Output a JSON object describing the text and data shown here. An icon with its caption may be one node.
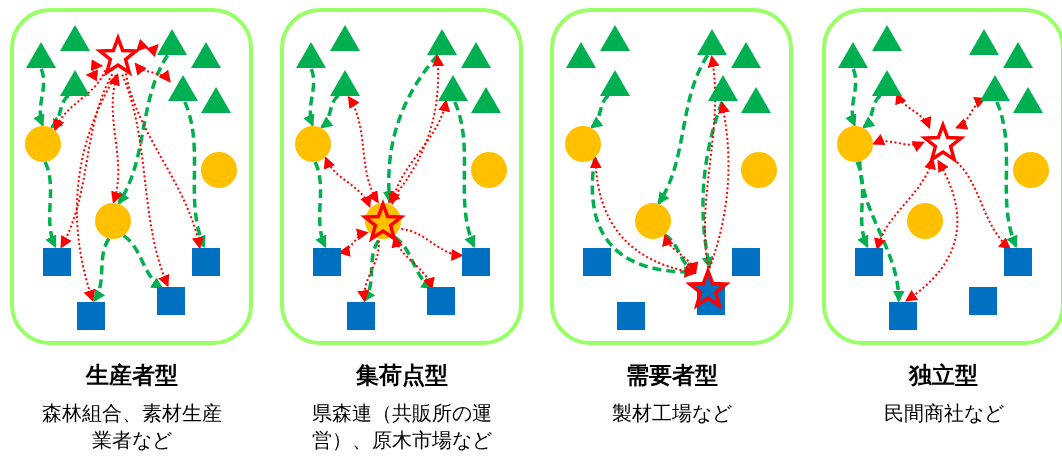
{
  "diagram": {
    "nodes": [
      {
        "text": [
          "生産者型",
          "森林組合、素材生産業者など"
        ]
      },
      {
        "text": [],
        "shape": "triangle",
        "in": 0
      },
      {
        "text": [],
        "shape": "triangle",
        "in": 0
      },
      {
        "text": [],
        "shape": "triangle",
        "in": 0
      },
      {
        "text": [],
        "shape": "triangle",
        "in": 0
      },
      {
        "text": [],
        "shape": "triangle",
        "in": 0
      },
      {
        "text": [],
        "shape": "triangle",
        "in": 0
      },
      {
        "text": [],
        "shape": "triangle",
        "in": 0
      },
      {
        "text": [],
        "shape": "circle",
        "in": 0
      },
      {
        "text": [],
        "shape": "circle",
        "in": 0
      },
      {
        "text": [],
        "shape": "circle",
        "in": 0
      },
      {
        "text": [],
        "shape": "box",
        "in": 0
      },
      {
        "text": [],
        "shape": "box",
        "in": 0
      },
      {
        "text": [],
        "shape": "box",
        "in": 0
      },
      {
        "text": [],
        "shape": "box",
        "in": 0
      },
      {
        "text": [],
        "shape": "star",
        "in": 0
      },
      {
        "text": [
          "集荷点型",
          "県森連（共販所の運営）、原木市場など"
        ]
      },
      {
        "text": [],
        "shape": "triangle",
        "in": 16
      },
      {
        "text": [],
        "shape": "triangle",
        "in": 16
      },
      {
        "text": [],
        "shape": "triangle",
        "in": 16
      },
      {
        "text": [],
        "shape": "triangle",
        "in": 16
      },
      {
        "text": [],
        "shape": "triangle",
        "in": 16
      },
      {
        "text": [],
        "shape": "triangle",
        "in": 16
      },
      {
        "text": [],
        "shape": "triangle",
        "in": 16
      },
      {
        "text": [],
        "shape": "circle",
        "in": 16
      },
      {
        "text": [],
        "shape": "circle",
        "in": 16
      },
      {
        "text": [],
        "shape": "circle",
        "in": 16
      },
      {
        "text": [],
        "shape": "box",
        "in": 16
      },
      {
        "text": [],
        "shape": "box",
        "in": 16
      },
      {
        "text": [],
        "shape": "box",
        "in": 16
      },
      {
        "text": [],
        "shape": "box",
        "in": 16
      },
      {
        "text": [],
        "shape": "star",
        "in": 16
      },
      {
        "text": [
          "需要者型",
          "製材工場など"
        ]
      },
      {
        "text": [],
        "shape": "triangle",
        "in": 32
      },
      {
        "text": [],
        "shape": "triangle",
        "in": 32
      },
      {
        "text": [],
        "shape": "triangle",
        "in": 32
      },
      {
        "text": [],
        "shape": "triangle",
        "in": 32
      },
      {
        "text": [],
        "shape": "triangle",
        "in": 32
      },
      {
        "text": [],
        "shape": "triangle",
        "in": 32
      },
      {
        "text": [],
        "shape": "triangle",
        "in": 32
      },
      {
        "text": [],
        "shape": "circle",
        "in": 32
      },
      {
        "text": [],
        "shape": "circle",
        "in": 32
      },
      {
        "text": [],
        "shape": "circle",
        "in": 32
      },
      {
        "text": [],
        "shape": "box",
        "in": 32
      },
      {
        "text": [],
        "shape": "box",
        "in": 32
      },
      {
        "text": [],
        "shape": "box",
        "in": 32
      },
      {
        "text": [],
        "shape": "box",
        "in": 32
      },
      {
        "text": [],
        "shape": "star",
        "in": 32
      },
      {
        "text": [
          "独立型",
          "民間商社など"
        ]
      },
      {
        "text": [],
        "shape": "triangle",
        "in": 48
      },
      {
        "text": [],
        "shape": "triangle",
        "in": 48
      },
      {
        "text": [],
        "shape": "triangle",
        "in": 48
      },
      {
        "text": [],
        "shape": "triangle",
        "in": 48
      },
      {
        "text": [],
        "shape": "triangle",
        "in": 48
      },
      {
        "text": [],
        "shape": "triangle",
        "in": 48
      },
      {
        "text": [],
        "shape": "triangle",
        "in": 48
      },
      {
        "text": [],
        "shape": "circle",
        "in": 48
      },
      {
        "text": [],
        "shape": "circle",
        "in": 48
      },
      {
        "text": [],
        "shape": "circle",
        "in": 48
      },
      {
        "text": [],
        "shape": "box",
        "in": 48
      },
      {
        "text": [],
        "shape": "box",
        "in": 48
      },
      {
        "text": [],
        "shape": "box",
        "in": 48
      },
      {
        "text": [],
        "shape": "box",
        "in": 48
      },
      {
        "text": [],
        "shape": "star",
        "in": 48
      }
    ],
    "edges": [
      {
        "from": 1,
        "to": 8,
        "arrow": "to",
        "style": "dashed",
        "color": "#00b050"
      },
      {
        "from": 3,
        "to": 8,
        "arrow": "to",
        "style": "dashed",
        "color": "#00b050"
      },
      {
        "from": 8,
        "to": 11,
        "arrow": "to",
        "style": "dashed",
        "color": "#00b050"
      },
      {
        "from": 4,
        "to": 10,
        "arrow": "to",
        "style": "dashed",
        "color": "#00b050"
      },
      {
        "from": 6,
        "to": 14,
        "arrow": "to",
        "style": "dashed",
        "color": "#00b050"
      },
      {
        "from": 10,
        "to": 12,
        "arrow": "to",
        "style": "dashed",
        "color": "#00b050"
      },
      {
        "from": 10,
        "to": 13,
        "arrow": "to",
        "style": "dashed",
        "color": "#00b050"
      },
      {
        "from": 15,
        "to": 3,
        "arrow": "both"
      },
      {
        "from": 15,
        "to": 4,
        "arrow": "both"
      },
      {
        "from": 15,
        "to": 6,
        "arrow": "both"
      },
      {
        "from": 15,
        "to": 8,
        "arrow": "to"
      },
      {
        "from": 15,
        "to": 11,
        "arrow": "to"
      },
      {
        "from": 15,
        "to": 12,
        "arrow": "to"
      },
      {
        "from": 15,
        "to": 10,
        "arrow": "both"
      },
      {
        "from": 15,
        "to": 13,
        "arrow": "to"
      },
      {
        "from": 15,
        "to": 14,
        "arrow": "to"
      },
      {
        "from": 17,
        "to": 24,
        "arrow": "to",
        "style": "dashed",
        "color": "#00b050"
      },
      {
        "from": 19,
        "to": 24,
        "arrow": "to",
        "style": "dashed",
        "color": "#00b050"
      },
      {
        "from": 24,
        "to": 27,
        "arrow": "to",
        "style": "dashed",
        "color": "#00b050"
      },
      {
        "from": 20,
        "to": 31,
        "arrow": "to",
        "style": "dashed",
        "color": "#00b050"
      },
      {
        "from": 22,
        "to": 30,
        "arrow": "to",
        "style": "dashed",
        "color": "#00b050"
      },
      {
        "from": 31,
        "to": 28,
        "arrow": "to",
        "style": "dashed",
        "color": "#00b050"
      },
      {
        "from": 31,
        "to": 29,
        "arrow": "to",
        "style": "dashed",
        "color": "#00b050"
      },
      {
        "from": 31,
        "to": 24,
        "arrow": "both"
      },
      {
        "from": 31,
        "to": 19,
        "arrow": "both"
      },
      {
        "from": 31,
        "to": 20,
        "arrow": "both"
      },
      {
        "from": 31,
        "to": 22,
        "arrow": "both"
      },
      {
        "from": 31,
        "to": 27,
        "arrow": "both"
      },
      {
        "from": 31,
        "to": 28,
        "arrow": "to"
      },
      {
        "from": 31,
        "to": 29,
        "arrow": "both"
      },
      {
        "from": 31,
        "to": 30,
        "arrow": "to"
      },
      {
        "from": 35,
        "to": 40,
        "arrow": "to",
        "style": "dashed",
        "color": "#00b050"
      },
      {
        "from": 40,
        "to": 47,
        "arrow": "to",
        "style": "dashed",
        "color": "#00b050"
      },
      {
        "from": 36,
        "to": 42,
        "arrow": "to",
        "style": "dashed",
        "color": "#00b050"
      },
      {
        "from": 42,
        "to": 47,
        "arrow": "to",
        "style": "dashed",
        "color": "#00b050"
      },
      {
        "from": 38,
        "to": 47,
        "arrow": "to",
        "style": "dashed",
        "color": "#00b050"
      },
      {
        "from": 47,
        "to": 40,
        "arrow": "both"
      },
      {
        "from": 47,
        "to": 42,
        "arrow": "both"
      },
      {
        "from": 47,
        "to": 36,
        "arrow": "to"
      },
      {
        "from": 47,
        "to": 38,
        "arrow": "to"
      },
      {
        "from": 49,
        "to": 56,
        "arrow": "to",
        "style": "dashed",
        "color": "#00b050"
      },
      {
        "from": 51,
        "to": 56,
        "arrow": "to",
        "style": "dashed",
        "color": "#00b050"
      },
      {
        "from": 56,
        "to": 59,
        "arrow": "to",
        "style": "dashed",
        "color": "#00b050"
      },
      {
        "from": 56,
        "to": 60,
        "arrow": "to",
        "style": "dashed",
        "color": "#00b050"
      },
      {
        "from": 54,
        "to": 62,
        "arrow": "to",
        "style": "dashed",
        "color": "#00b050"
      },
      {
        "from": 63,
        "to": 51,
        "arrow": "both"
      },
      {
        "from": 63,
        "to": 56,
        "arrow": "both"
      },
      {
        "from": 63,
        "to": 54,
        "arrow": "both"
      },
      {
        "from": 63,
        "to": 59,
        "arrow": "both"
      },
      {
        "from": 63,
        "to": 60,
        "arrow": "both"
      },
      {
        "from": 63,
        "to": 62,
        "arrow": "to"
      }
    ]
  }
}
